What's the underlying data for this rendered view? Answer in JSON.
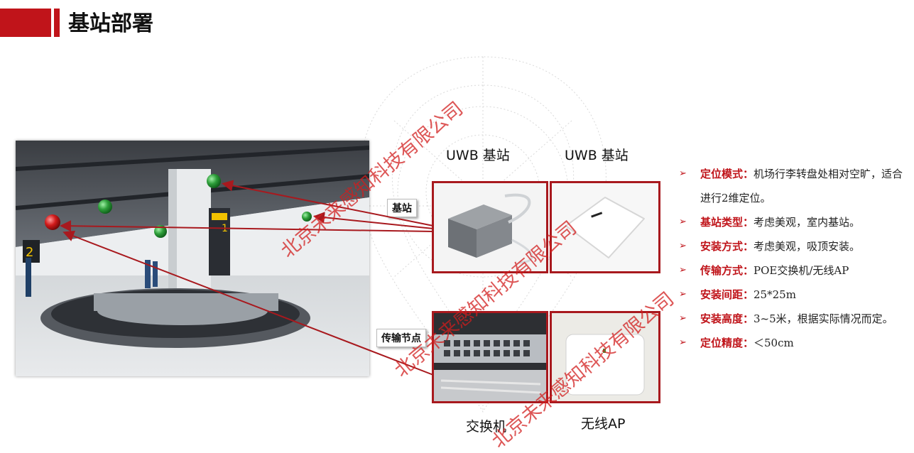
{
  "header": {
    "title": "基站部署"
  },
  "labels": {
    "uwb_left": "UWB 基站",
    "uwb_right": "UWB 基站",
    "switch": "交换机",
    "wireless_ap": "无线AP",
    "tag_station": "基站",
    "tag_transmit": "传输节点"
  },
  "bullets": [
    {
      "key": "定位模式：",
      "value": "机场行李转盘处相对空旷，适合进行2维定位。"
    },
    {
      "key": "基站类型：",
      "value": "考虑美观，室内基站。"
    },
    {
      "key": "安装方式：",
      "value": "考虑美观，吸顶安装。"
    },
    {
      "key": "传输方式：",
      "value": "POE交换机/无线AP"
    },
    {
      "key": "安装间距：",
      "value": "25*25m"
    },
    {
      "key": "安装高度：",
      "value": "3~5米，根据实际情况而定。"
    },
    {
      "key": "定位精度：",
      "value": "＜50cm"
    }
  ],
  "watermark": "北京未来感知科技有限公司",
  "photo_signs": {
    "gate_a": "2",
    "gate_b": "1"
  },
  "colors": {
    "accent": "#c0141a",
    "frame": "#a8191e",
    "marker_green": "#2e9e3a",
    "marker_red": "#d11a1a"
  }
}
